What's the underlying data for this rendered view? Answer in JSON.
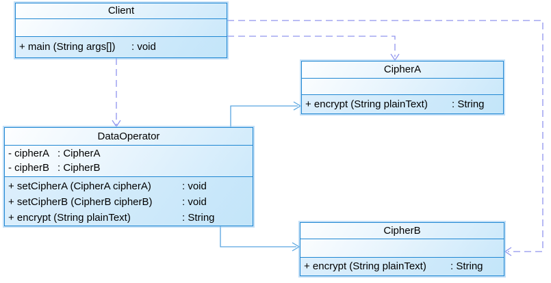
{
  "diagram_type": "uml-class-diagram",
  "colors": {
    "class_border": "#1e86d2",
    "class_fill_top": "#fdfeff",
    "class_fill_bottom": "#c8e7fa",
    "dependency_line": "#8f93ee",
    "association_line": "#58a5e0"
  },
  "classes": {
    "client": {
      "name": "Client",
      "attributes": [],
      "methods": [
        {
          "name": "+ main (String args[])",
          "type": ": void"
        }
      ]
    },
    "dataOperator": {
      "name": "DataOperator",
      "attributes": [
        {
          "name": "- cipherA",
          "type": ": CipherA"
        },
        {
          "name": "- cipherB",
          "type": ": CipherB"
        }
      ],
      "methods": [
        {
          "name": "+ setCipherA (CipherA cipherA)",
          "type": ": void"
        },
        {
          "name": "+ setCipherB (CipherB cipherB)",
          "type": ": void"
        },
        {
          "name": "+ encrypt (String plainText)",
          "type": ": String"
        }
      ]
    },
    "cipherA": {
      "name": "CipherA",
      "attributes": [],
      "methods": [
        {
          "name": "+ encrypt (String plainText)",
          "type": ": String"
        }
      ]
    },
    "cipherB": {
      "name": "CipherB",
      "attributes": [],
      "methods": [
        {
          "name": "+ encrypt (String plainText)",
          "type": ": String"
        }
      ]
    }
  },
  "relationships": [
    {
      "from": "Client",
      "to": "DataOperator",
      "type": "dependency",
      "line": "dashed",
      "arrowhead": "open"
    },
    {
      "from": "Client",
      "to": "CipherA",
      "type": "dependency",
      "line": "dashed",
      "arrowhead": "open"
    },
    {
      "from": "Client",
      "to": "CipherB",
      "type": "dependency",
      "line": "dashed",
      "arrowhead": "open"
    },
    {
      "from": "DataOperator",
      "to": "CipherA",
      "type": "association",
      "line": "solid",
      "arrowhead": "open"
    },
    {
      "from": "DataOperator",
      "to": "CipherB",
      "type": "association",
      "line": "solid",
      "arrowhead": "open"
    }
  ]
}
